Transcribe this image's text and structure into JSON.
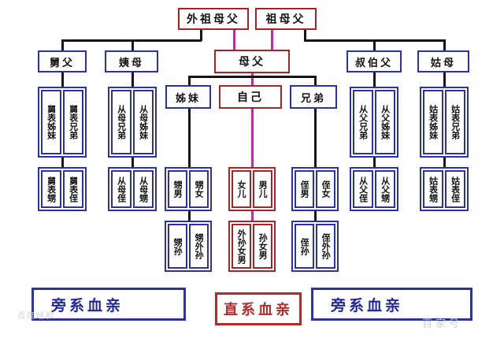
{
  "title": "中国亲属关系图",
  "generations": {
    "grandparents": [
      {
        "id": "maternal-grandparents",
        "label": "外祖母父",
        "color": "red"
      },
      {
        "id": "paternal-grandparents",
        "label": "祖母父",
        "color": "red"
      }
    ],
    "parents_row": [
      {
        "id": "maternal-uncle",
        "label": "舅父",
        "color": "blue"
      },
      {
        "id": "maternal-aunt",
        "label": "姨母",
        "color": "blue"
      },
      {
        "id": "parents",
        "label": "母父",
        "color": "red"
      },
      {
        "id": "paternal-uncle",
        "label": "叔伯父",
        "color": "blue"
      },
      {
        "id": "paternal-aunt",
        "label": "姑母",
        "color": "blue"
      }
    ],
    "self_row": [
      {
        "id": "sisters",
        "label": "姊妹",
        "color": "blue"
      },
      {
        "id": "self",
        "label": "自己",
        "color": "red"
      },
      {
        "id": "brothers",
        "label": "兄弟",
        "color": "blue"
      }
    ]
  },
  "cousin_columns": [
    {
      "id": "maternal-uncle-children",
      "color": "blue",
      "cells": [
        "舅表姊妹",
        "舅表兄弟"
      ]
    },
    {
      "id": "maternal-aunt-children",
      "color": "blue",
      "cells": [
        "从母兄弟",
        "从母姊妹"
      ]
    },
    {
      "id": "paternal-uncle-children",
      "color": "blue",
      "cells": [
        "从父兄弟",
        "从父姊妹"
      ]
    },
    {
      "id": "paternal-aunt-children",
      "color": "blue",
      "cells": [
        "姑表姊妹",
        "姑表兄弟"
      ]
    }
  ],
  "nephew_columns": [
    {
      "id": "maternal-uncle-grandchildren",
      "color": "blue",
      "cells": [
        "舅表甥",
        "舅表侄"
      ]
    },
    {
      "id": "maternal-aunt-grandchildren",
      "color": "blue",
      "cells": [
        "从母侄",
        "从母甥"
      ]
    },
    {
      "id": "sister-children",
      "color": "blue",
      "cells": [
        "甥男",
        "甥女"
      ]
    },
    {
      "id": "own-children",
      "color": "red",
      "cells": [
        "女儿",
        "男儿"
      ]
    },
    {
      "id": "brother-children",
      "color": "blue",
      "cells": [
        "侄男",
        "侄女"
      ]
    },
    {
      "id": "paternal-uncle-grandchildren",
      "color": "blue",
      "cells": [
        "从父侄",
        "从父甥"
      ]
    },
    {
      "id": "paternal-aunt-grandchildren",
      "color": "blue",
      "cells": [
        "姑表甥",
        "姑表侄"
      ]
    }
  ],
  "grandchild_columns": [
    {
      "id": "sister-grandchildren",
      "color": "blue",
      "cells": [
        "甥孙",
        "甥外孙"
      ]
    },
    {
      "id": "own-grandchildren",
      "color": "red",
      "cells": [
        "外孙女男",
        "孙女男"
      ]
    },
    {
      "id": "brother-grandchildren",
      "color": "blue",
      "cells": [
        "侄孙",
        "侄外孙"
      ]
    }
  ],
  "legend": [
    {
      "id": "collateral-left",
      "label": "旁系血亲",
      "color": "blue"
    },
    {
      "id": "lineal",
      "label": "直系血亲",
      "color": "red"
    },
    {
      "id": "collateral-right",
      "label": "旁系血亲",
      "color": "blue"
    }
  ],
  "watermarks": {
    "left": "百度经验",
    "right": "百家号"
  },
  "colors": {
    "lineal": "#a82424",
    "collateral": "#2b31a8",
    "lineal_link": "#cc22bb",
    "collateral_link": "#141414"
  }
}
